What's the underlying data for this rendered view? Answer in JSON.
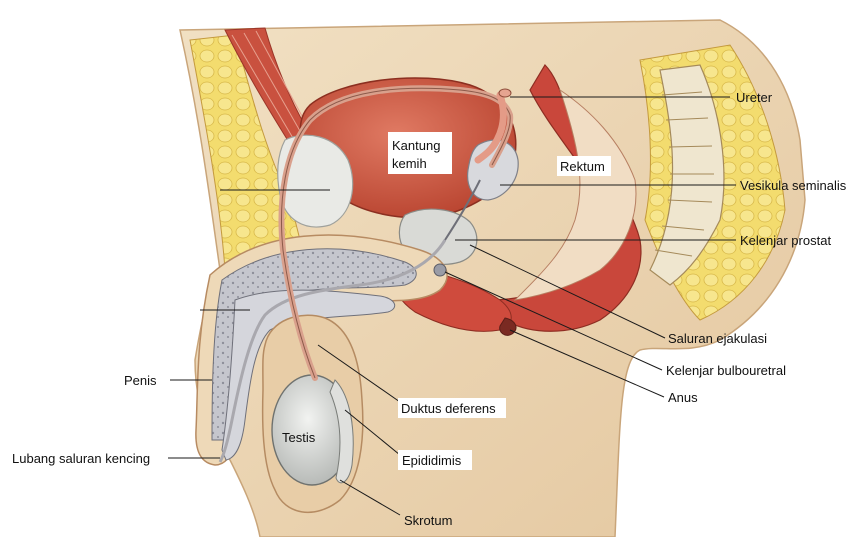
{
  "labels": {
    "ureter": "Ureter",
    "kantung_kemih": "Kantung kemih",
    "kantung_kemih_line1": "Kantung",
    "kantung_kemih_line2": "kemih",
    "rektum": "Rektum",
    "vesikula_seminalis": "Vesikula seminalis",
    "kelenjar_prostat": "Kelenjar prostat",
    "saluran_ejakulasi": "Saluran ejakulasi",
    "kelenjar_bulbouretral": "Kelenjar bulbouretral",
    "anus": "Anus",
    "penis": "Penis",
    "lubang_saluran_kencing": "Lubang saluran kencing",
    "duktus_deferens": "Duktus deferens",
    "testis": "Testis",
    "epididimis": "Epididimis",
    "skrotum": "Skrotum"
  },
  "colors": {
    "skin": "#ecd5b3",
    "skin_edge": "#c9a57a",
    "fat": "#f2dc72",
    "muscle": "#c4473a",
    "bladder": "#cc5a48",
    "erectile": "#b9b9c2",
    "pale_tissue": "#e7e8e4",
    "background": "#ffffff"
  }
}
